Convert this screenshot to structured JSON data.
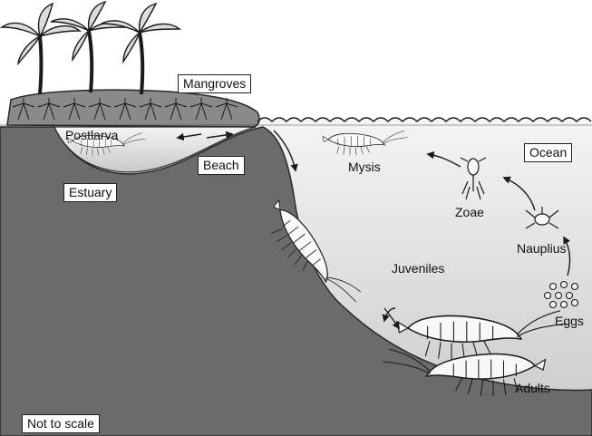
{
  "labels": {
    "mangroves": "Mangroves",
    "postlarva": "Postlarva",
    "beach": "Beach",
    "estuary": "Estuary",
    "mysis": "Mysis",
    "ocean": "Ocean",
    "zoae": "Zoae",
    "nauplius": "Nauplius",
    "juveniles": "Juveniles",
    "eggs": "Eggs",
    "adults": "Adults",
    "scale_note": "Not to scale"
  },
  "colors": {
    "land": "#6b6b6b",
    "land_dark": "#555555",
    "water_top": "#f2f2f2",
    "water_bottom": "#cfcfcf",
    "shrimp": "#f7f7f7",
    "ink": "#1a1a1a"
  },
  "icons": [
    "palm-tree-icon",
    "mangrove-icon",
    "shrimp-icon",
    "arrow-icon",
    "egg-icon",
    "wave-icon"
  ]
}
